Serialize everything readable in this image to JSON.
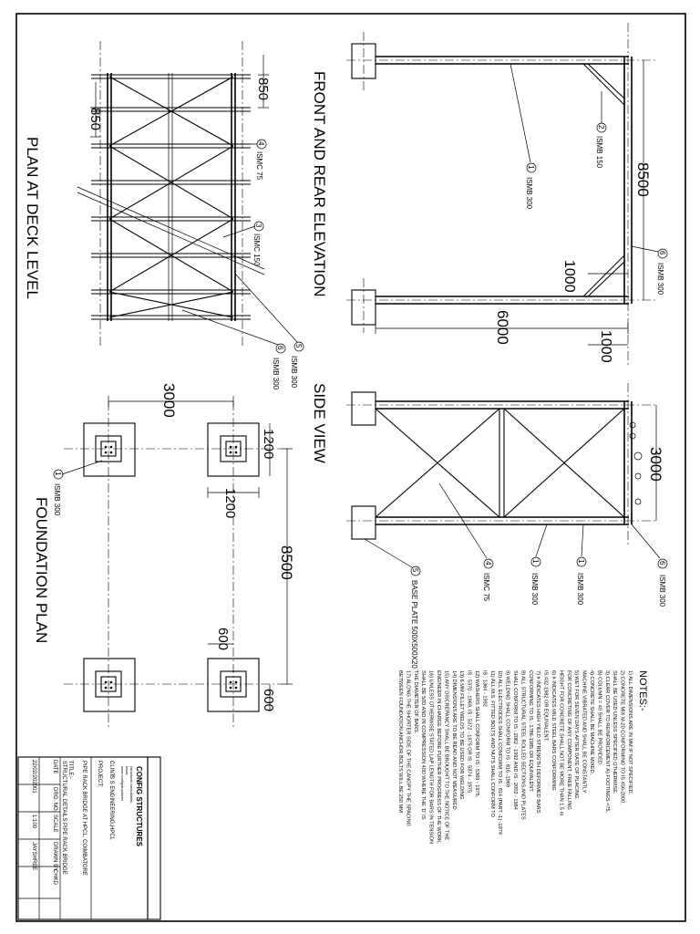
{
  "titles": {
    "plan": "PLAN AT DECK LEVEL",
    "elevation": "FRONT AND REAR ELEVATION",
    "side": "SIDE VIEW",
    "foundation": "FOUNDATION PLAN"
  },
  "dimensions": {
    "plan_top": "850",
    "plan_bottom": "850",
    "elev_span": "8500",
    "elev_width": "6000",
    "elev_1000_a": "1000",
    "elev_1000_b": "1000",
    "side_span": "3000",
    "found_3000": "3000",
    "found_1200_a": "1200",
    "found_1200_b": "1200",
    "found_8500": "8500",
    "found_600_a": "600",
    "found_600_b": "600"
  },
  "callouts": {
    "plan_4": {
      "num": "4",
      "text": "ISMC 75"
    },
    "plan_3": {
      "num": "3",
      "text": "ISMC 150"
    },
    "plan_5": {
      "num": "5",
      "text": "ISMB 300"
    },
    "plan_6": {
      "num": "6",
      "text": "ISMB 300"
    },
    "elev_2": {
      "num": "2",
      "text": "ISMB 150"
    },
    "elev_1": {
      "num": "1",
      "text": "ISMB 300"
    },
    "elev_6": {
      "num": "6",
      "text": "ISMB 300"
    },
    "side_4": {
      "num": "4",
      "text": "ISMC 75"
    },
    "side_1a": {
      "num": "1",
      "text": "ISMB 300"
    },
    "side_1b": {
      "num": "1",
      "text": "ISMB 300"
    },
    "side_6": {
      "num": "6",
      "text": "ISMB 300"
    },
    "side_5": {
      "num": "5",
      "text": "BASE PLATE 500X500X20"
    },
    "found_1": {
      "num": "1",
      "text": "ISMB 300"
    }
  },
  "notes": {
    "heading": "NOTES:-",
    "lines": [
      "1) ALL DIMENSIONS ARE IN MM IF NOT SPECIFIED.",
      "2) CONCRETE MIX M-20 CONFORMING TO IS 456-2000,",
      "   SHALL BE USED UNLESS SPECIFIED OTHERWISE.",
      "3) CLEAR COVER TO REINFORCEMENT A) FOOTINGS =75,",
      "   B) COLUMN = 40 SHALL BE PROVIDED.",
      "4) CONCRETE SHALL BE MACHINE MIXED,",
      "   MACHINE VIBRATED AND SHALL BE CONSTANTLY",
      "5) WET FOR SEVEN DAYS AFTER DATE OF PLACING.",
      "   FOR CONCRETING OF ANY COMPONENT, FREE FALLING",
      "   HEIGHT FOR CONCRETE SHALL NOT BE MORE THAN 1.5 m.",
      "6) # INDICATES MILD STEEL BARS CONFORMING",
      "   IS:432-1982 OR EQUIVALENT.",
      "7) # INDICATES HIGH YIELD STRENGTH DEFORMED BARS",
      "   CONFORMING TO IS : 1786-1985 OR EQUIVALENT.",
      "8) ALL STRUCTURAL STEEL ROLLED SECTIONS AND PLATES",
      "   SHALL CONFORM TO IS : 2062 - 1992 AND IS : 2002 - 1984",
      "9) WELDING SHALL CONFORM TO IS : 816 -1969",
      "10) ALL ELECTRODES SHALL CONFORM TO IS : 814 (PART -1) -1974",
      "11) ALL M.S. FITTED BOLTS AND NUTS SHALL CONFORM TO",
      "    IS : 1364 - 1992",
      "12) WASHERS SHALL CONFORM TO IS : 5369 - 1975,",
      "    IS : 5370 - 1969, IS : 5372 - 1975 OR IS : 5374 - 1975",
      "13) 6 MM FILLET WELDS TO BE USED FOR WELDING.",
      "14) DIMENSIONS ARE TO BE READ AND NOT MEASURED.",
      "15) ANY DISCREPANCY SHALL BE BROUGHT TO THE NOTICE OF THE",
      "    ENGINEER IN CHARGE BEFORE FURTHER PROGRESS OF THE WORK.",
      "16) UNLESS OTHERWISE STATED LAP LENGTH FOR BARS IN TENSION",
      "    SHALL BE 50D AND IN COMPRESSION 40D WHERE THE 'D' IS",
      "    THE DIAMETER OF BARS.",
      "17) ALONG THE SHORTER SIDE OF THE CANOPY THE SPACING",
      "    BETWEEN FOUNDATION ANCHOR BOLTS WILL BE 250 MM"
    ]
  },
  "title_block": {
    "company": "CONFIG STRUCTURES",
    "company_sub1": "(structural consultants)",
    "company_sub2": "kovai",
    "company_sub3": "www.configstructures",
    "client_label": "CLINT:",
    "client": "S S ENGINEERING,HPCL",
    "project_label": "PROJECT:",
    "project": "PIPE RACK BRIDGE AT HPCL, COIMBATORE",
    "title_label": "TITLE:-",
    "title": "STRUCTURAL DETAILS PIPE RACK BRIDGE",
    "headers": [
      "DATE",
      "DRG. NO.",
      "SCALE",
      "DRAWN BY",
      "CHKD"
    ],
    "values": [
      "22/02/2020",
      "01",
      "1:100",
      "JAYSHREE",
      ""
    ]
  }
}
